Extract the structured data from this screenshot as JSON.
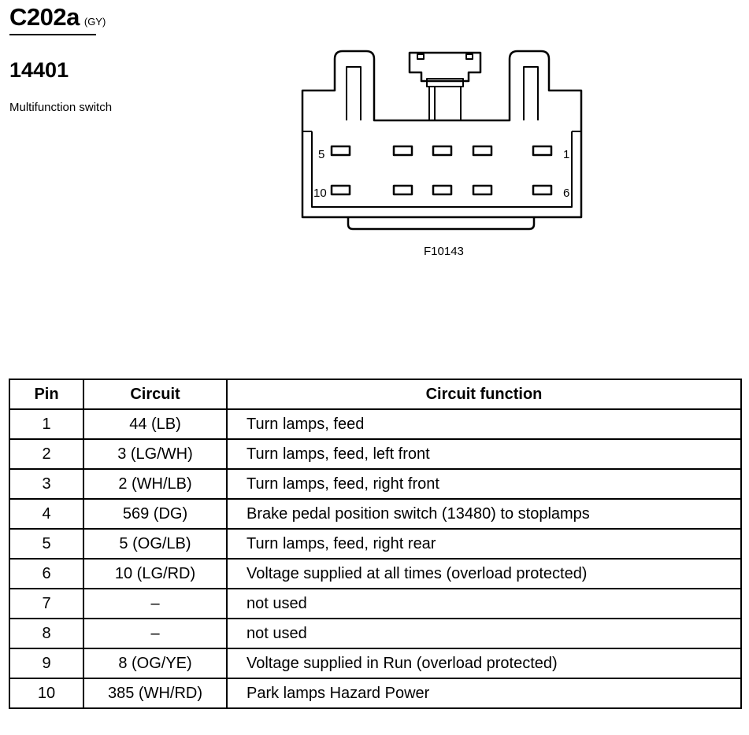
{
  "header": {
    "connector_id": "C202a",
    "connector_color": "(GY)",
    "part_number": "14401",
    "description": "Multifunction switch"
  },
  "figure": {
    "id": "F10143",
    "pin_labels": {
      "top_left": "5",
      "top_right": "1",
      "bottom_left": "10",
      "bottom_right": "6"
    }
  },
  "table": {
    "headers": {
      "pin": "Pin",
      "circuit": "Circuit",
      "function": "Circuit function"
    },
    "rows": [
      {
        "pin": "1",
        "circuit": "44 (LB)",
        "function": "Turn lamps, feed"
      },
      {
        "pin": "2",
        "circuit": "3 (LG/WH)",
        "function": "Turn lamps, feed, left front"
      },
      {
        "pin": "3",
        "circuit": "2 (WH/LB)",
        "function": "Turn lamps, feed, right front"
      },
      {
        "pin": "4",
        "circuit": "569 (DG)",
        "function": "Brake pedal position switch (13480) to stoplamps"
      },
      {
        "pin": "5",
        "circuit": "5 (OG/LB)",
        "function": "Turn lamps, feed, right rear"
      },
      {
        "pin": "6",
        "circuit": "10 (LG/RD)",
        "function": "Voltage supplied at all times (overload protected)"
      },
      {
        "pin": "7",
        "circuit": "–",
        "function": "not used"
      },
      {
        "pin": "8",
        "circuit": "–",
        "function": "not used"
      },
      {
        "pin": "9",
        "circuit": "8 (OG/YE)",
        "function": "Voltage supplied in Run (overload protected)"
      },
      {
        "pin": "10",
        "circuit": "385 (WH/RD)",
        "function": "Park lamps Hazard Power"
      }
    ]
  }
}
